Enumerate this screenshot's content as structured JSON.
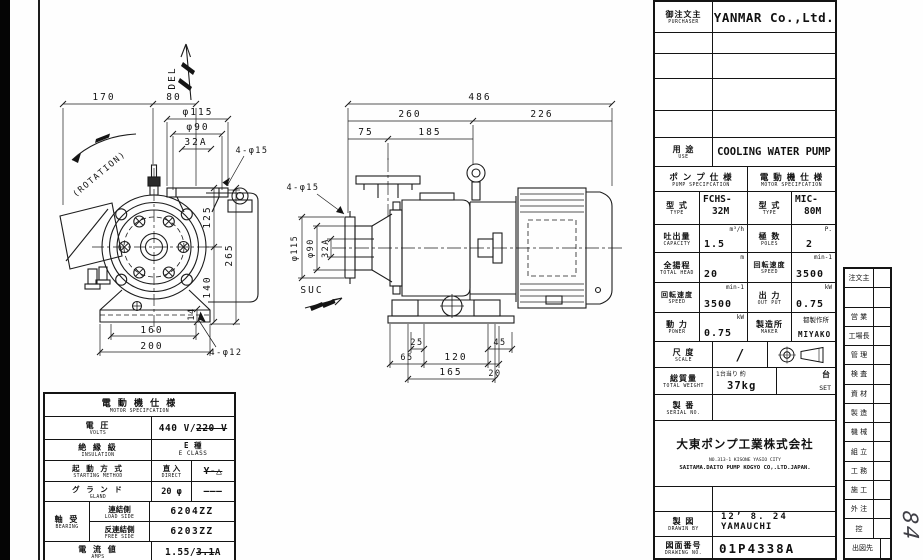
{
  "title_block": {
    "purchaser_label_jp": "御注文主",
    "purchaser_label_en": "PURCHASER",
    "purchaser_value": "YANMAR Co.,Ltd.",
    "use_label_jp": "用  途",
    "use_label_en": "USE",
    "use_value": "COOLING WATER PUMP",
    "pump_spec_jp": "ポ ン プ 仕 様",
    "pump_spec_en": "PUMP SPECIFCATION",
    "motor_spec_jp": "電 動 機 仕 様",
    "motor_spec_en": "MOTOR SPECIFCATION",
    "rows": [
      {
        "l1": "型  式",
        "l1e": "TYPE",
        "v1a": "FCHS-",
        "v1b": "32M",
        "l2": "型  式",
        "l2e": "TYPE",
        "v2a": "MIC-",
        "v2b": "80M"
      },
      {
        "l1": "吐出量",
        "l1e": "CAPACITY",
        "u1": "m³/h",
        "v1": "1.5",
        "l2": "極  数",
        "l2e": "POLES",
        "u2": "P.",
        "v2": "2"
      },
      {
        "l1": "全揚程",
        "l1e": "TOTAL HEAD",
        "u1": "m",
        "v1": "20",
        "l2": "回転速度",
        "l2e": "SPEED",
        "u2": "min-1",
        "v2": "3500"
      },
      {
        "l1": "回転速度",
        "l1e": "SPEED",
        "u1": "min-1",
        "v1": "3500",
        "l2": "出  力",
        "l2e": "OUT PUT",
        "u2": "kW",
        "v2": "0.75"
      },
      {
        "l1": "動  力",
        "l1e": "POWER",
        "u1": "kW",
        "v1": "0.75",
        "l2": "製造所",
        "l2e": "MAKER",
        "u2": "都製作所",
        "v2": "MIYAKO"
      }
    ],
    "scale_label_jp": "尺  度",
    "scale_label_en": "SCALE",
    "scale_value": "/",
    "weight_label_jp": "総質量",
    "weight_label_en": "TOTAL WEIGHT",
    "weight_note": "1台当り 約",
    "weight_value": "37kg",
    "set_jp": "台",
    "set_en": "SET",
    "serial_label_jp": "製  番",
    "serial_label_en": "SERIAL NO.",
    "serial_value": "",
    "company_jp": "大東ポンプ工業株式会社",
    "company_addr1": "NO.313-1 KISONE YASIO CITY",
    "company_addr2": "SAITAMA.DAITO PUMP KOGYO CO,.LTD.JAPAN.",
    "drawn_label_jp": "製  図",
    "drawn_label_en": "DRAWIN BY",
    "drawn_date": "12’ 8. 24",
    "drawn_name": "YAMAUCHI",
    "dno_label_jp": "図面番号",
    "dno_label_en": "DRAWING NO.",
    "dno_value": "01P4338A"
  },
  "approval": {
    "items": [
      "注文主",
      "",
      "営 業",
      "工場長",
      "管 理",
      "検 査",
      "資 材",
      "製 造",
      "機 械",
      "組 立",
      "工 務",
      "施 工",
      "外 注",
      "控",
      "出図先"
    ]
  },
  "motor_table": {
    "header_jp": "電 動 機 仕 様",
    "header_en": "MOTOR SPECIFCATION",
    "volts_jp": "電  圧",
    "volts_en": "VOLTS",
    "volts_val": "440 V/",
    "volts_struck": "220 V",
    "ins_jp": "絶 縁 級",
    "ins_en": "INSULATION",
    "ins_val": "E 種",
    "ins_val2": "E CLASS",
    "start_jp": "起 動 方 式",
    "start_en": "STARTING METHOD",
    "start_val": "直 入",
    "start_val_en": "DIRECT",
    "start_struck": "Y-△",
    "gland_jp": "グ ラ ン ド",
    "gland_en": "GLAND",
    "gland_val": "20 φ",
    "gland_dash": "———",
    "bearing_jp": "軸 受",
    "bearing_en": "BEARING",
    "load_jp": "連結側",
    "load_en": "LOAD SIDE",
    "load_val": "6204ZZ",
    "free_jp": "反連結側",
    "free_en": "FREE SIDE",
    "free_val": "6203ZZ",
    "amps_jp": "電 流 値",
    "amps_en": "AMPS",
    "amps_val": "1.55/",
    "amps_struck": "3.1",
    "amps_unit": " A"
  },
  "drawing": {
    "front_dims": [
      "170",
      "80",
      "φ115",
      "φ90",
      "32A",
      "4-φ15",
      "125",
      "265",
      "140",
      "14",
      "160",
      "200",
      "4-φ12",
      "(ROTATION)",
      "DEL"
    ],
    "side_dims": [
      "486",
      "260",
      "226",
      "75",
      "185",
      "4-φ15",
      "φ115",
      "φ90",
      "32A",
      "SUC",
      "25",
      "45",
      "65",
      "120",
      "20",
      "165"
    ]
  },
  "handwriting": {
    "corner_mark": "84"
  }
}
